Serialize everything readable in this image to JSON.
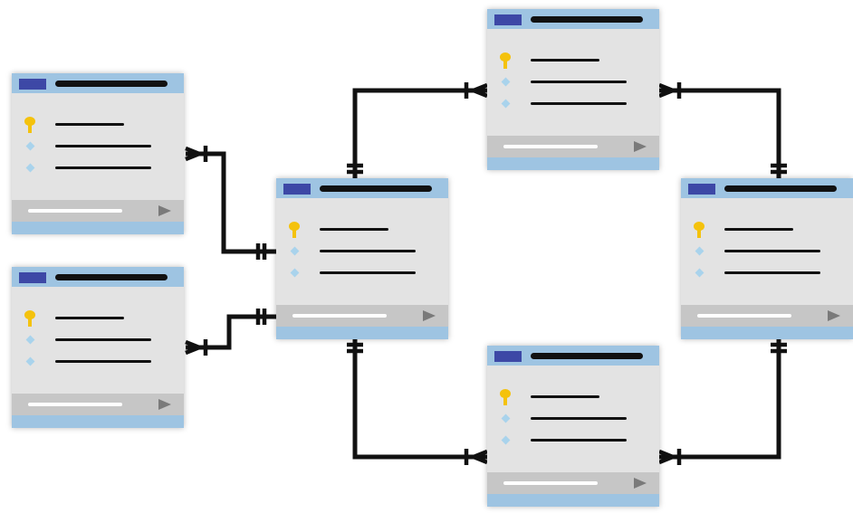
{
  "diagram": {
    "kind": "entity-relationship",
    "colors": {
      "header": "#9ec4e2",
      "title_block": "#3d48a6",
      "card_body": "#e3e3e3",
      "footer": "#c6c6c6",
      "primary_key": "#f4c20d",
      "field_marker": "#a9d3ec",
      "line": "#111111"
    },
    "tables": [
      {
        "id": "left-top",
        "fields": [
          {
            "icon": "key-icon"
          },
          {
            "icon": "diamond-icon"
          },
          {
            "icon": "diamond-icon"
          }
        ]
      },
      {
        "id": "left-bottom",
        "fields": [
          {
            "icon": "key-icon"
          },
          {
            "icon": "diamond-icon"
          },
          {
            "icon": "diamond-icon"
          }
        ]
      },
      {
        "id": "center",
        "fields": [
          {
            "icon": "key-icon"
          },
          {
            "icon": "diamond-icon"
          },
          {
            "icon": "diamond-icon"
          }
        ]
      },
      {
        "id": "top",
        "fields": [
          {
            "icon": "key-icon"
          },
          {
            "icon": "diamond-icon"
          },
          {
            "icon": "diamond-icon"
          }
        ]
      },
      {
        "id": "right",
        "fields": [
          {
            "icon": "key-icon"
          },
          {
            "icon": "diamond-icon"
          },
          {
            "icon": "diamond-icon"
          }
        ]
      },
      {
        "id": "bottom",
        "fields": [
          {
            "icon": "key-icon"
          },
          {
            "icon": "diamond-icon"
          },
          {
            "icon": "diamond-icon"
          }
        ]
      }
    ],
    "relationships": [
      {
        "from": "left-top",
        "to": "center",
        "from_end": "one-and-many",
        "to_end": "one"
      },
      {
        "from": "left-bottom",
        "to": "center",
        "from_end": "one-and-many",
        "to_end": "one"
      },
      {
        "from": "center",
        "to": "top",
        "from_end": "one",
        "to_end": "one-and-many"
      },
      {
        "from": "center",
        "to": "bottom",
        "from_end": "one",
        "to_end": "one-and-many"
      },
      {
        "from": "top",
        "to": "right",
        "from_end": "one-and-many",
        "to_end": "one"
      },
      {
        "from": "bottom",
        "to": "right",
        "from_end": "one-and-many",
        "to_end": "one"
      }
    ]
  }
}
